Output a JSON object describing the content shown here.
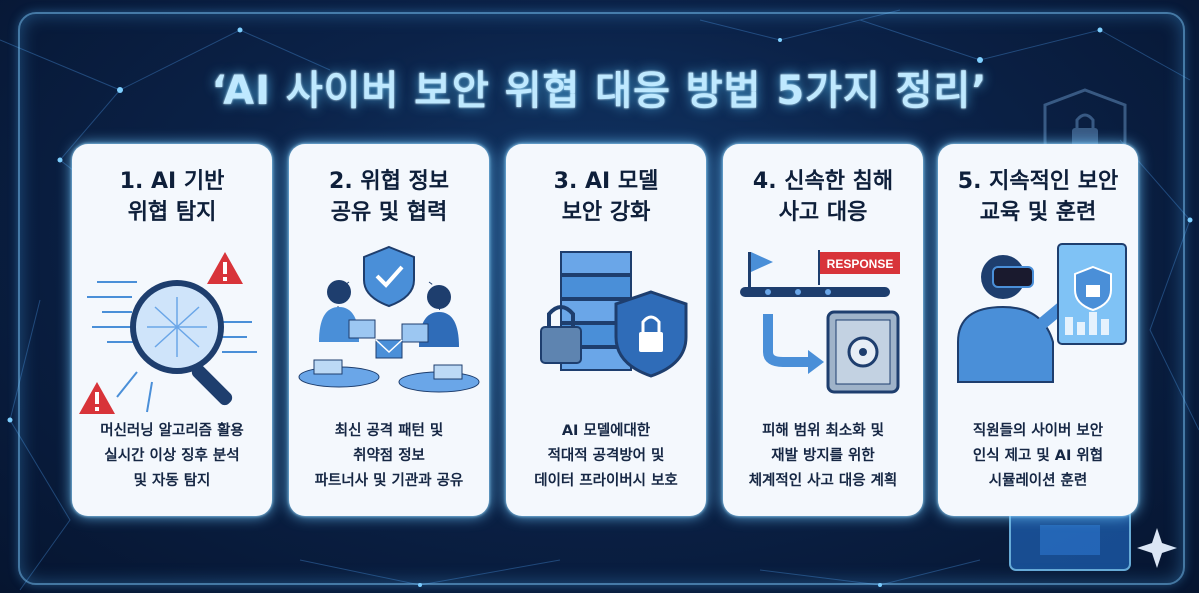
{
  "title": "‘AI 사이버 보안 위협 대응 방법 5가지 정리’",
  "cards": [
    {
      "title_lines": [
        "1. AI 기반",
        "위협 탐지"
      ],
      "desc_lines": [
        "머신러닝 알고리즘 활용",
        "실시간 이상 징후 분석",
        "및 자동 탐지"
      ],
      "icon": "magnifier-circuit-icon"
    },
    {
      "title_lines": [
        "2. 위협 정보",
        "공유 및 협력"
      ],
      "desc_lines": [
        "최신 공격 패턴 및",
        "취약점 정보",
        "파트너사 및 기관과 공유"
      ],
      "icon": "people-sharing-icon"
    },
    {
      "title_lines": [
        "3. AI 모델",
        "보안 강화"
      ],
      "desc_lines": [
        "AI 모델에대한",
        "적대적 공격방어 및",
        "데이터 프라이버시 보호"
      ],
      "icon": "server-shield-icon"
    },
    {
      "title_lines": [
        "4. 신속한 침해",
        "사고 대응"
      ],
      "desc_lines": [
        "피해 범위 최소화 및",
        "재발 방지를 위한",
        "체계적인 사고 대응 계획"
      ],
      "icon": "response-safe-icon",
      "badge": "RESPONSE"
    },
    {
      "title_lines": [
        "5. 지속적인 보안",
        "교육 및 훈련"
      ],
      "desc_lines": [
        "직원들의 사이버 보안",
        "인식 제고 및 AI 위협",
        "시뮬레이션 훈련"
      ],
      "icon": "vr-training-icon"
    }
  ],
  "colors": {
    "background": "#0b2248",
    "title": "#bfe9ff",
    "card": "#f4f8fd",
    "accent_blue": "#4a8fd8",
    "alert_red": "#d8343a"
  }
}
